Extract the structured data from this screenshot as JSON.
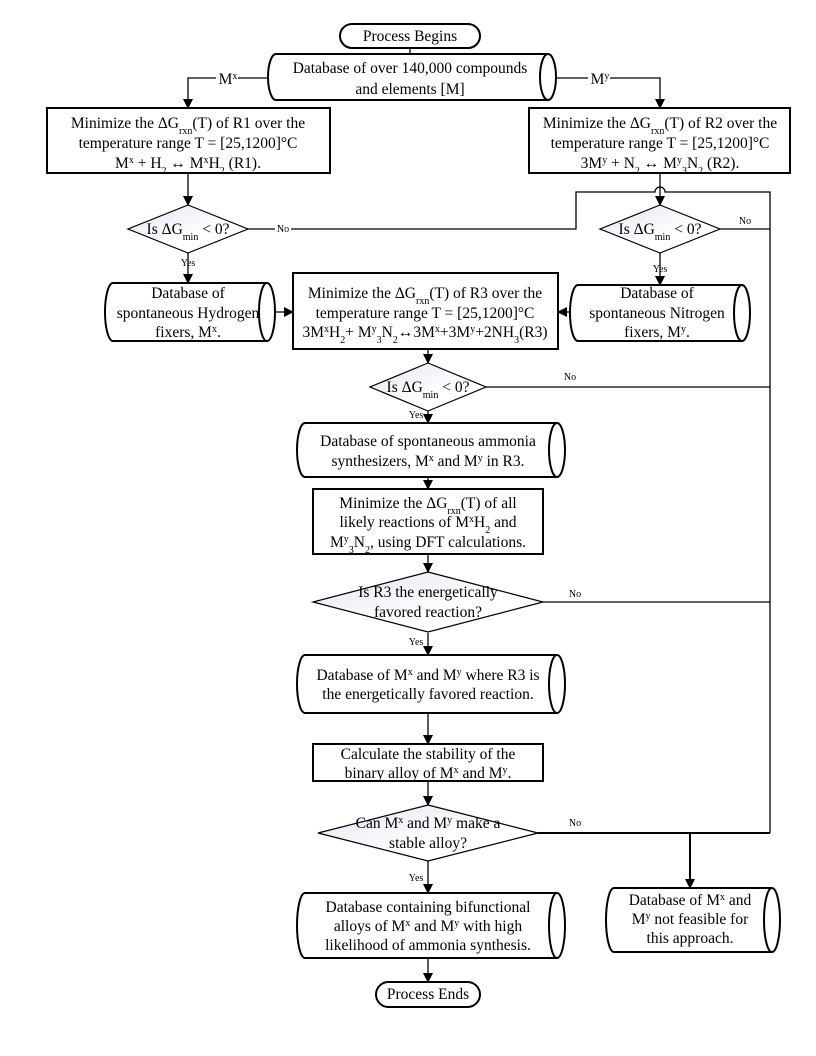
{
  "nodes": {
    "start": [
      [
        [
          "Process Begins"
        ]
      ]
    ],
    "db_all": [
      [
        [
          "Database of over 140,000 compounds"
        ]
      ],
      [
        [
          "and elements [M]"
        ]
      ]
    ],
    "r1": [
      [
        [
          "Minimize the ΔG"
        ],
        [
          "rxn",
          "sub"
        ],
        [
          "(T) of R1 over the"
        ]
      ],
      [
        [
          "temperature range T = [25,1200]°C"
        ]
      ],
      [
        [
          "M"
        ],
        [
          "x",
          "sup"
        ],
        [
          " + H"
        ],
        [
          "2",
          "sub"
        ],
        [
          " ↔  M"
        ],
        [
          "x",
          "sup"
        ],
        [
          "H"
        ],
        [
          "2",
          "sub"
        ],
        [
          "  (R1)."
        ]
      ]
    ],
    "r2": [
      [
        [
          "Minimize the ΔG"
        ],
        [
          "rxn",
          "sub"
        ],
        [
          "(T) of R2 over the"
        ]
      ],
      [
        [
          "temperature range T = [25,1200]°C"
        ]
      ],
      [
        [
          "3M"
        ],
        [
          "y",
          "sup"
        ],
        [
          " + N"
        ],
        [
          "2",
          "sub"
        ],
        [
          " ↔ M"
        ],
        [
          "y",
          "sup"
        ],
        [
          "3",
          "sub"
        ],
        [
          "N"
        ],
        [
          "2",
          "sub"
        ],
        [
          " (R2)."
        ]
      ]
    ],
    "d1": [
      [
        [
          "Is ΔG"
        ],
        [
          "min",
          "sub"
        ],
        [
          " < 0?"
        ]
      ]
    ],
    "d2": [
      [
        [
          "Is ΔG"
        ],
        [
          "min",
          "sub"
        ],
        [
          " < 0?"
        ]
      ]
    ],
    "db_h": [
      [
        [
          "Database of"
        ]
      ],
      [
        [
          "spontaneous Hydrogen"
        ]
      ],
      [
        [
          "fixers, M"
        ],
        [
          "x",
          "sup"
        ],
        [
          "."
        ]
      ]
    ],
    "r3": [
      [
        [
          "Minimize the ΔG"
        ],
        [
          "rxn",
          "sub"
        ],
        [
          "(T) of R3 over the"
        ]
      ],
      [
        [
          "temperature range T = [25,1200]°C"
        ]
      ],
      [
        [
          "3M"
        ],
        [
          "x",
          "sup"
        ],
        [
          "H"
        ],
        [
          "2",
          "sub"
        ],
        [
          "+ M"
        ],
        [
          "y",
          "sup"
        ],
        [
          "3",
          "sub"
        ],
        [
          "N"
        ],
        [
          "2",
          "sub"
        ],
        [
          "↔3M"
        ],
        [
          "x",
          "sup"
        ],
        [
          "+3M"
        ],
        [
          "y",
          "sup"
        ],
        [
          "+2NH"
        ],
        [
          "3",
          "sub"
        ],
        [
          "(R3)"
        ]
      ]
    ],
    "db_n": [
      [
        [
          "Database of"
        ]
      ],
      [
        [
          "spontaneous Nitrogen"
        ]
      ],
      [
        [
          "fixers, M"
        ],
        [
          "y",
          "sup"
        ],
        [
          "."
        ]
      ]
    ],
    "d3": [
      [
        [
          "Is ΔG"
        ],
        [
          "min",
          "sub"
        ],
        [
          " < 0?"
        ]
      ]
    ],
    "db_amm": [
      [
        [
          "Database of spontaneous ammonia"
        ]
      ],
      [
        [
          "synthesizers, M"
        ],
        [
          "x",
          "sup"
        ],
        [
          " and M"
        ],
        [
          "y",
          "sup"
        ],
        [
          " in R3."
        ]
      ]
    ],
    "dft": [
      [
        [
          "Minimize the ΔG"
        ],
        [
          "rxn",
          "sub"
        ],
        [
          "(T) of all"
        ]
      ],
      [
        [
          "likely reactions of  M"
        ],
        [
          "x",
          "sup"
        ],
        [
          "H"
        ],
        [
          "2",
          "sub"
        ],
        [
          " and"
        ]
      ],
      [
        [
          "M"
        ],
        [
          "y",
          "sup"
        ],
        [
          "3",
          "sub"
        ],
        [
          "N"
        ],
        [
          "2",
          "sub"
        ],
        [
          ", using DFT calculations."
        ]
      ]
    ],
    "d4": [
      [
        [
          "Is R3 the energetically"
        ]
      ],
      [
        [
          "favored reaction?"
        ]
      ]
    ],
    "db_fav": [
      [
        [
          "Database of M"
        ],
        [
          "x",
          "sup"
        ],
        [
          " and M"
        ],
        [
          "y",
          "sup"
        ],
        [
          " where R3 is"
        ]
      ],
      [
        [
          "the energetically favored reaction."
        ]
      ]
    ],
    "stab": [
      [
        [
          "Calculate the stability of the"
        ]
      ],
      [
        [
          "binary alloy of M"
        ],
        [
          "x",
          "sup"
        ],
        [
          " and M"
        ],
        [
          "y",
          "sup"
        ],
        [
          "."
        ]
      ]
    ],
    "d5": [
      [
        [
          "Can M"
        ],
        [
          "x",
          "sup"
        ],
        [
          " and M"
        ],
        [
          "y",
          "sup"
        ],
        [
          " make a"
        ]
      ],
      [
        [
          "stable alloy?"
        ]
      ]
    ],
    "db_final": [
      [
        [
          "Database containing bifunctional"
        ]
      ],
      [
        [
          "alloys of  M"
        ],
        [
          "x",
          "sup"
        ],
        [
          " and M"
        ],
        [
          "y",
          "sup"
        ],
        [
          " with high"
        ]
      ],
      [
        [
          "likelihood of ammonia synthesis."
        ]
      ]
    ],
    "db_nf": [
      [
        [
          "Database of M"
        ],
        [
          "x",
          "sup"
        ],
        [
          " and"
        ]
      ],
      [
        [
          "M"
        ],
        [
          "y",
          "sup"
        ],
        [
          " not feasible for"
        ]
      ],
      [
        [
          "this approach."
        ]
      ]
    ],
    "end": [
      [
        [
          "Process Ends"
        ]
      ]
    ]
  },
  "edge_labels": {
    "mx": [
      [
        "M"
      ],
      [
        "x",
        "sup"
      ]
    ],
    "my": [
      [
        "M"
      ],
      [
        "y",
        "sup"
      ]
    ],
    "no": "No",
    "yes": "Yes"
  },
  "colors": {
    "diamond_fill_start": "#dfe4f0",
    "diamond_fill_end": "#ffffff",
    "stroke": "#000000"
  }
}
